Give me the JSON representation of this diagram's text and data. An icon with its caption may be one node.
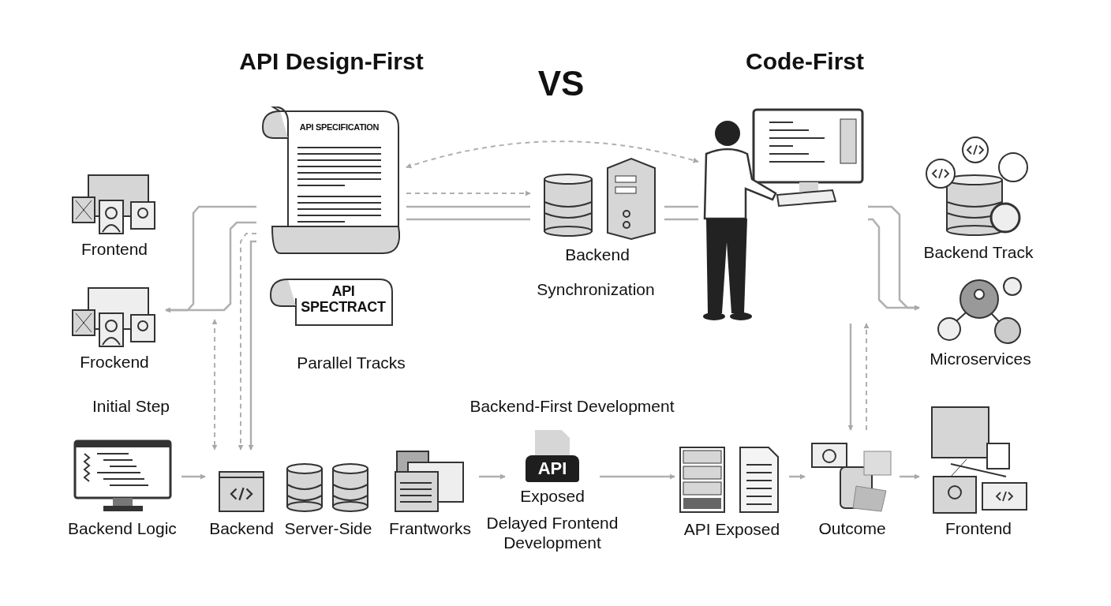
{
  "diagram": {
    "nodes": [
      {
        "text": [
          "API SPECIFICATION"
        ]
      },
      {
        "text": [
          "Frontend"
        ]
      },
      {
        "text": [
          "Frockend"
        ]
      },
      {
        "text": [
          "API SPECTRACT"
        ]
      },
      {
        "text": [
          "Backend"
        ]
      },
      {
        "text": [],
        "shape": "picture"
      },
      {
        "text": [
          "Backend Track"
        ]
      },
      {
        "text": [
          "Microservices"
        ]
      },
      {
        "text": [
          "Backend Logic"
        ]
      },
      {
        "text": [
          "Backend"
        ]
      },
      {
        "text": [
          "Server-Side"
        ]
      },
      {
        "text": [
          "Frantworks"
        ]
      },
      {
        "text": [
          "API",
          "Exposed"
        ]
      },
      {
        "text": [
          "API Exposed"
        ]
      },
      {
        "text": [
          "Outcome"
        ]
      },
      {
        "text": [
          "Frontend"
        ]
      }
    ],
    "edges": [
      {
        "from": 0,
        "to": 2,
        "arrow": "to"
      },
      {
        "from": 0,
        "to": 2,
        "arrow": "to"
      },
      {
        "from": null,
        "to": 9,
        "arrow": "both",
        "style": "dashed"
      },
      {
        "from": 0,
        "to": 9,
        "arrow": "to",
        "style": "dashed"
      },
      {
        "from": 0,
        "to": 9,
        "arrow": "to"
      },
      {
        "from": 0,
        "to": 5,
        "arrow": "both",
        "style": "dashed"
      },
      {
        "from": 0,
        "to": 4,
        "arrow": "to",
        "style": "dashed"
      },
      {
        "from": 0,
        "to": 4,
        "arrow": "none"
      },
      {
        "from": 0,
        "to": 4,
        "arrow": "none"
      },
      {
        "from": 4,
        "to": 5,
        "arrow": "none"
      },
      {
        "from": 4,
        "to": 5,
        "arrow": "none"
      },
      {
        "from": 5,
        "to": 7,
        "arrow": "to"
      },
      {
        "from": 5,
        "to": 7,
        "arrow": "to"
      },
      {
        "from": 5,
        "to": 14,
        "arrow": "to"
      },
      {
        "from": 14,
        "to": 5,
        "arrow": "to",
        "style": "dashed"
      },
      {
        "from": 8,
        "to": 9,
        "arrow": "to"
      },
      {
        "from": 11,
        "to": 12,
        "arrow": "to"
      },
      {
        "from": 12,
        "to": 13,
        "arrow": "to"
      },
      {
        "from": 13,
        "to": 14,
        "arrow": "to"
      },
      {
        "from": 14,
        "to": 15,
        "arrow": "to"
      }
    ],
    "labels": [
      "API Design-First",
      "VS",
      "Code-First",
      "Synchronization",
      "Parallel Tracks",
      "Initial Step",
      "Backend-First Development",
      "Delayed Frontend Development"
    ]
  }
}
